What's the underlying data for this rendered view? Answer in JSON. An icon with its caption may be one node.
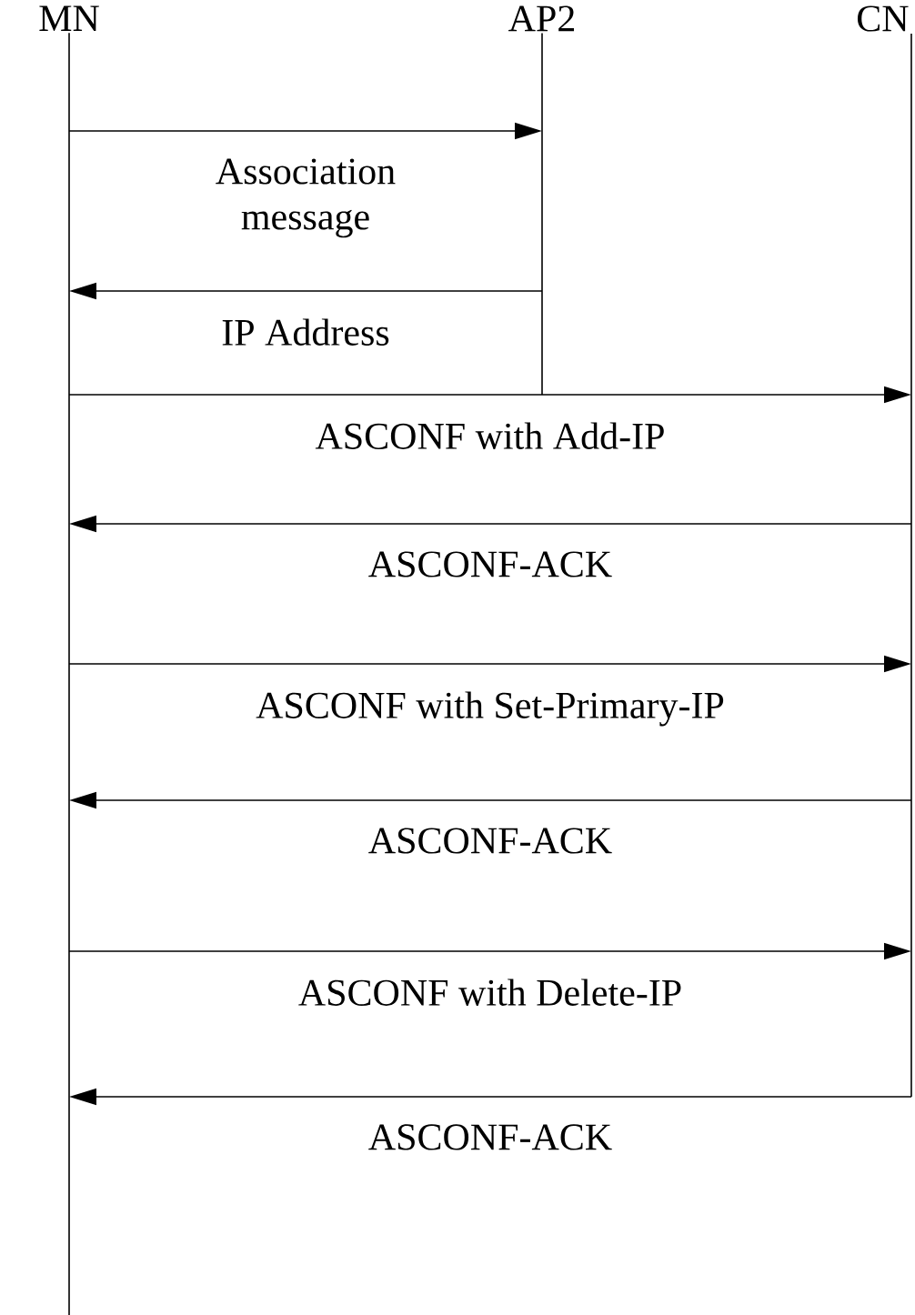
{
  "diagram": {
    "nodes": [
      {
        "text": [
          "MN"
        ]
      },
      {
        "text": [
          "AP2"
        ]
      },
      {
        "text": [
          "CN"
        ]
      }
    ],
    "edges": [
      {
        "from": 0,
        "to": 1,
        "arrow": "to",
        "label": "Association message"
      },
      {
        "from": 1,
        "to": 0,
        "arrow": "to",
        "label": "IP Address"
      },
      {
        "from": 0,
        "to": 2,
        "arrow": "to",
        "label": "ASCONF with Add-IP"
      },
      {
        "from": 2,
        "to": 0,
        "arrow": "to",
        "label": "ASCONF-ACK"
      },
      {
        "from": 0,
        "to": 2,
        "arrow": "to",
        "label": "ASCONF with Set-Primary-IP"
      },
      {
        "from": 2,
        "to": 0,
        "arrow": "to",
        "label": "ASCONF-ACK"
      },
      {
        "from": 0,
        "to": 2,
        "arrow": "to",
        "label": "ASCONF with Delete-IP"
      },
      {
        "from": 2,
        "to": 0,
        "arrow": "to",
        "label": "ASCONF-ACK"
      }
    ]
  }
}
